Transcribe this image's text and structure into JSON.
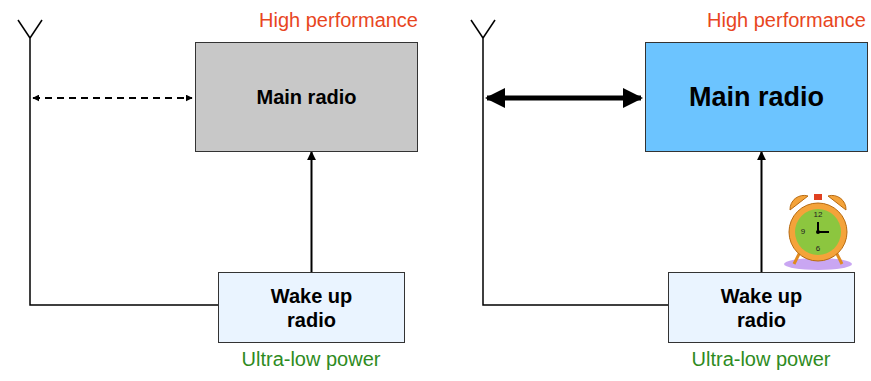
{
  "diagram": {
    "nodes": [
      {
        "text": [
          "Main radio"
        ]
      },
      {
        "text": [
          "Wake up radio"
        ]
      },
      {
        "text": [
          "Main radio"
        ]
      },
      {
        "text": [
          "Wake up radio"
        ]
      }
    ],
    "edges": [
      {
        "from": 1,
        "to": 0,
        "arrow": "to"
      },
      {
        "from": 3,
        "to": 2,
        "arrow": "to"
      }
    ],
    "labels": [
      "High performance",
      "Ultra-low power",
      "High performance",
      "Ultra-low power",
      "12",
      "9",
      "6"
    ]
  }
}
